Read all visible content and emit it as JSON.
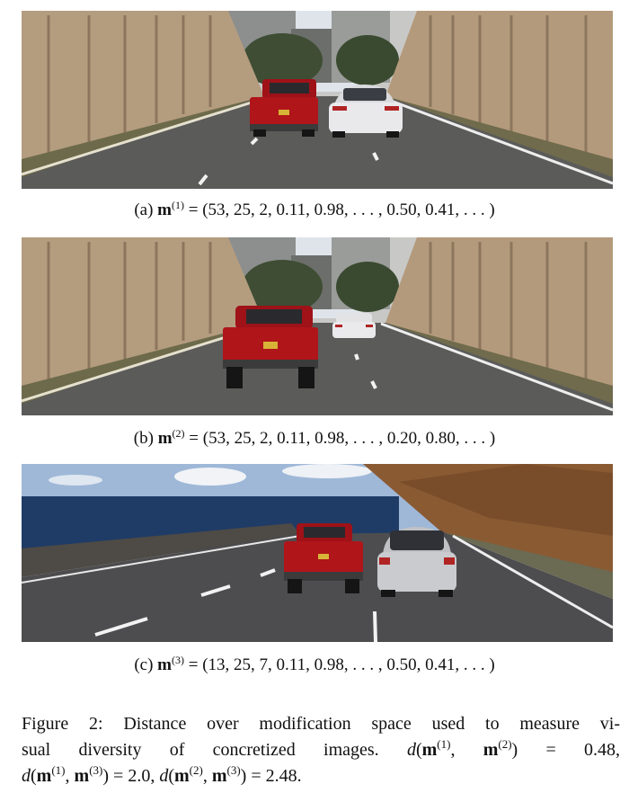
{
  "figure": {
    "panels": [
      {
        "tag": "(a)",
        "superscript": "(1)",
        "values": "(53, 25, 2, 0.11, 0.98, . . . , 0.50, 0.41, . . . )"
      },
      {
        "tag": "(b)",
        "superscript": "(2)",
        "values": "(53, 25, 2, 0.11, 0.98, . . . , 0.20, 0.80, . . . )"
      },
      {
        "tag": "(c)",
        "superscript": "(3)",
        "values": "(13, 25, 7, 0.11, 0.98, . . . , 0.50, 0.41, . . . )"
      }
    ],
    "symbol": "m",
    "equals": " = ",
    "caption": {
      "label": "Figure 2:",
      "text_line1": "Distance over modification space used to measure vi-",
      "text_line2_pre": "sual diversity of concretized images.",
      "d": "d",
      "m": "m",
      "sup1": "(1)",
      "sup2": "(2)",
      "sup3": "(3)",
      "val12": "0.48,",
      "val13": "2.0,",
      "val23": "2.48."
    }
  },
  "colors": {
    "truck_red": "#b0151a",
    "sedan_white": "#e9e9ec",
    "minivan_silver": "#c9cbcf",
    "road": "#4a4a4a",
    "sky": "#9fb8d8",
    "ocean": "#1f3c66",
    "cliff": "#8a5a33"
  }
}
